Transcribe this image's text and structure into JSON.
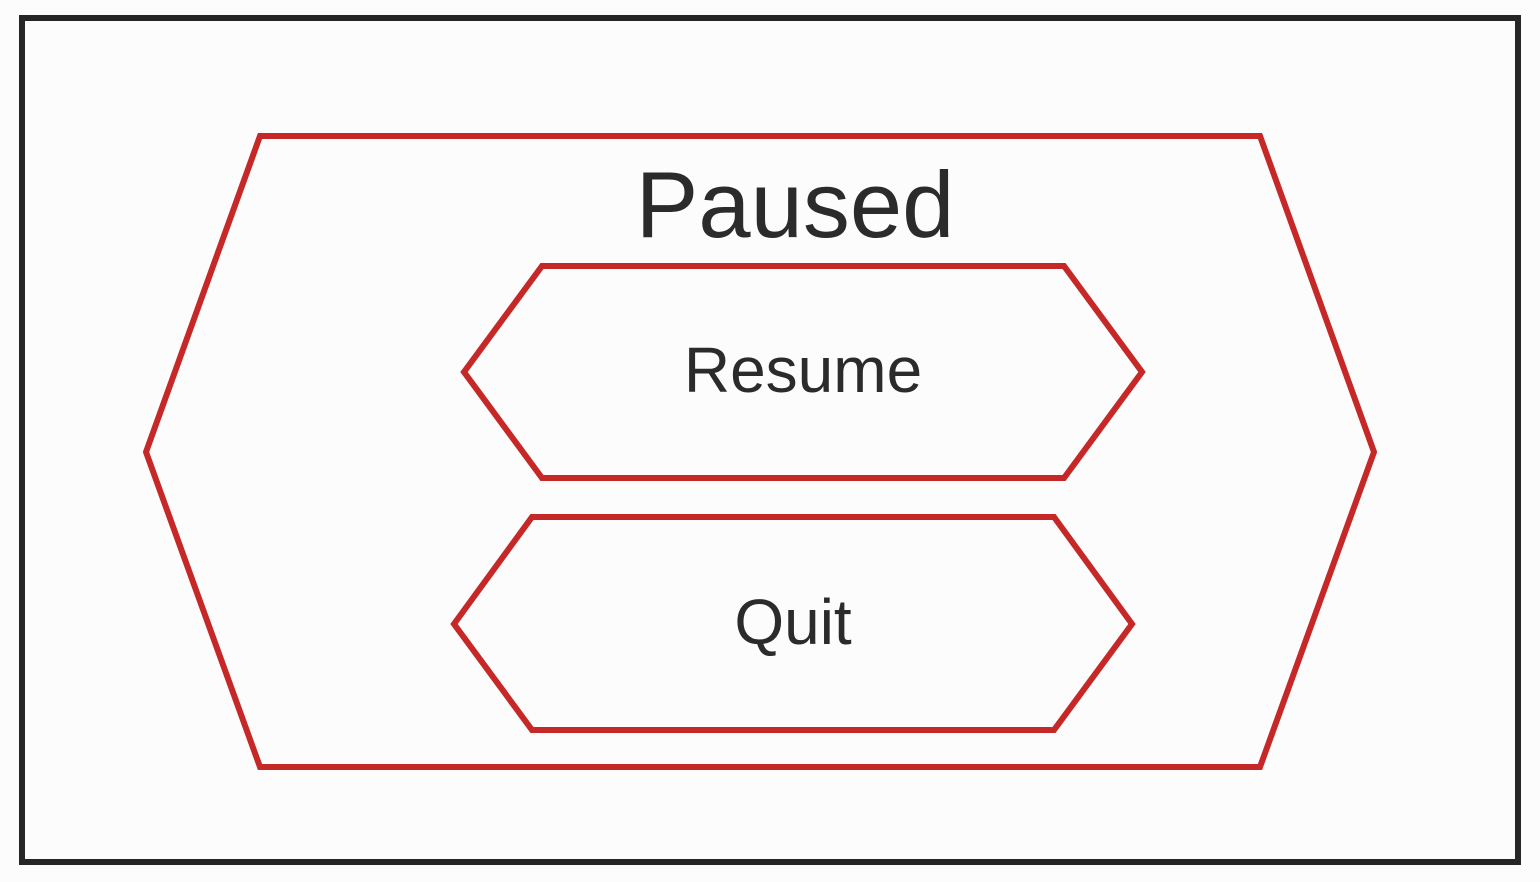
{
  "menu": {
    "title": "Paused",
    "buttons": [
      {
        "id": "resume",
        "label": "Resume"
      },
      {
        "id": "quit",
        "label": "Quit"
      }
    ]
  },
  "colors": {
    "frame_border": "#262626",
    "hex_stroke": "#c62828",
    "text": "#2b2b2b",
    "background": "#fcfcfd"
  }
}
